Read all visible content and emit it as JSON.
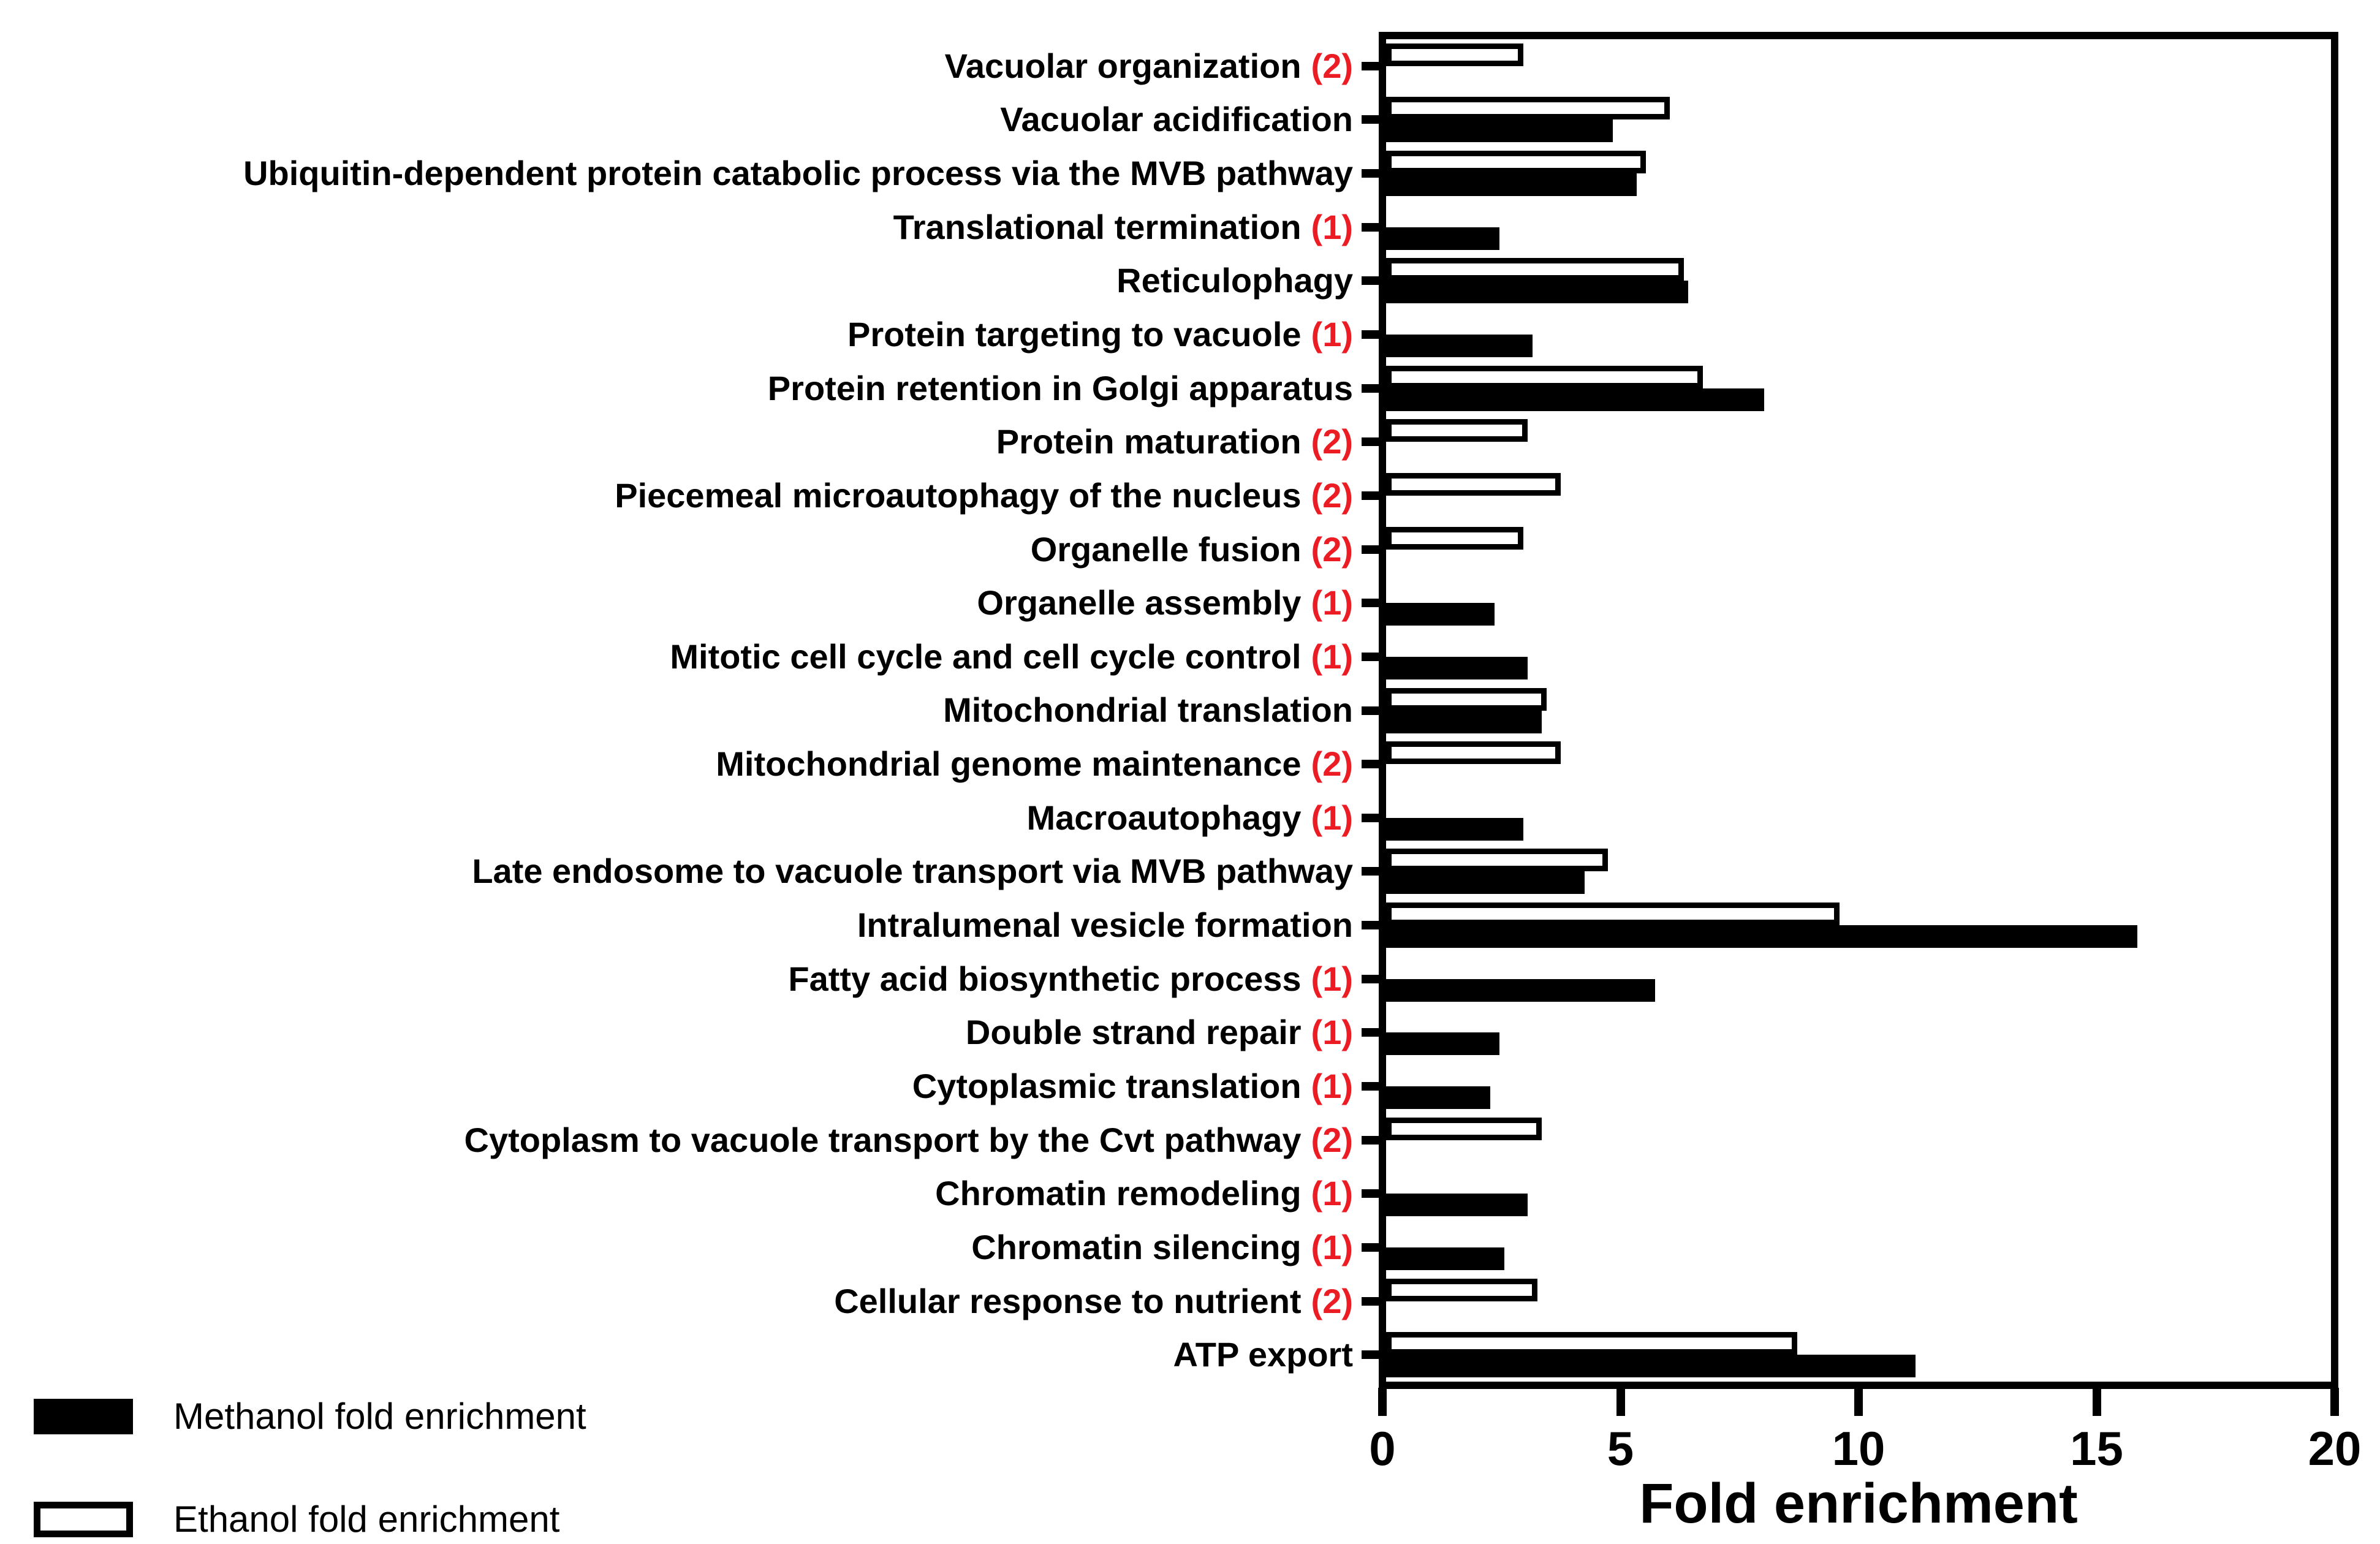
{
  "figure": {
    "background": "#ffffff",
    "annotation_red": "#ec1c24",
    "axis_color": "#000000"
  },
  "chart_data": {
    "type": "bar",
    "orientation": "horizontal",
    "title": "",
    "xlabel": "Fold enrichment",
    "ylabel": "",
    "xlim": [
      0,
      20
    ],
    "xticks": [
      0,
      5,
      10,
      15,
      20
    ],
    "grid": false,
    "legend_position": "bottom-left",
    "bar_order_in_group": [
      "ethanol-top",
      "methanol-bottom"
    ],
    "series": [
      {
        "key": "methanol",
        "name": "Methanol fold enrichment",
        "fill": "#000000",
        "outline": "#000000",
        "swatch": "filled-black"
      },
      {
        "key": "ethanol",
        "name": "Ethanol fold enrichment",
        "fill": "#ffffff",
        "outline": "#000000",
        "swatch": "outlined-white"
      }
    ],
    "categories": [
      {
        "label": "Vacuolar organization",
        "note": "(2)",
        "methanol": null,
        "ethanol": 2.9
      },
      {
        "label": "Vacuolar acidification",
        "note": null,
        "methanol": 4.8,
        "ethanol": 6.0
      },
      {
        "label": "Ubiquitin-dependent protein catabolic process via the MVB pathway",
        "note": null,
        "methanol": 5.3,
        "ethanol": 5.5
      },
      {
        "label": "Translational termination",
        "note": "(1)",
        "methanol": 2.4,
        "ethanol": null
      },
      {
        "label": "Reticulophagy",
        "note": null,
        "methanol": 6.4,
        "ethanol": 6.3
      },
      {
        "label": "Protein targeting to vacuole",
        "note": "(1)",
        "methanol": 3.1,
        "ethanol": null
      },
      {
        "label": "Protein retention in Golgi apparatus",
        "note": null,
        "methanol": 8.0,
        "ethanol": 6.7
      },
      {
        "label": "Protein maturation",
        "note": "(2)",
        "methanol": null,
        "ethanol": 3.0
      },
      {
        "label": "Piecemeal microautophagy of the nucleus",
        "note": "(2)",
        "methanol": null,
        "ethanol": 3.7
      },
      {
        "label": "Organelle fusion",
        "note": "(2)",
        "methanol": null,
        "ethanol": 2.9
      },
      {
        "label": "Organelle assembly",
        "note": "(1)",
        "methanol": 2.3,
        "ethanol": null
      },
      {
        "label": "Mitotic cell cycle and cell cycle control",
        "note": "(1)",
        "methanol": 3.0,
        "ethanol": null
      },
      {
        "label": "Mitochondrial translation",
        "note": null,
        "methanol": 3.3,
        "ethanol": 3.4
      },
      {
        "label": "Mitochondrial genome maintenance",
        "note": "(2)",
        "methanol": null,
        "ethanol": 3.7
      },
      {
        "label": "Macroautophagy",
        "note": "(1)",
        "methanol": 2.9,
        "ethanol": null
      },
      {
        "label": "Late endosome to vacuole transport via MVB pathway",
        "note": null,
        "methanol": 4.2,
        "ethanol": 4.7
      },
      {
        "label": "Intralumenal vesicle formation",
        "note": null,
        "methanol": 15.9,
        "ethanol": 9.6
      },
      {
        "label": "Fatty acid biosynthetic process",
        "note": "(1)",
        "methanol": 5.7,
        "ethanol": null
      },
      {
        "label": "Double strand repair",
        "note": "(1)",
        "methanol": 2.4,
        "ethanol": null
      },
      {
        "label": "Cytoplasmic translation",
        "note": "(1)",
        "methanol": 2.2,
        "ethanol": null
      },
      {
        "label": "Cytoplasm to vacuole transport by the Cvt pathway",
        "note": "(2)",
        "methanol": null,
        "ethanol": 3.3
      },
      {
        "label": "Chromatin remodeling",
        "note": "(1)",
        "methanol": 3.0,
        "ethanol": null
      },
      {
        "label": "Chromatin silencing",
        "note": "(1)",
        "methanol": 2.5,
        "ethanol": null
      },
      {
        "label": "Cellular response to nutrient",
        "note": "(2)",
        "methanol": null,
        "ethanol": 3.2
      },
      {
        "label": "ATP export",
        "note": null,
        "methanol": 11.2,
        "ethanol": 8.7
      }
    ]
  }
}
